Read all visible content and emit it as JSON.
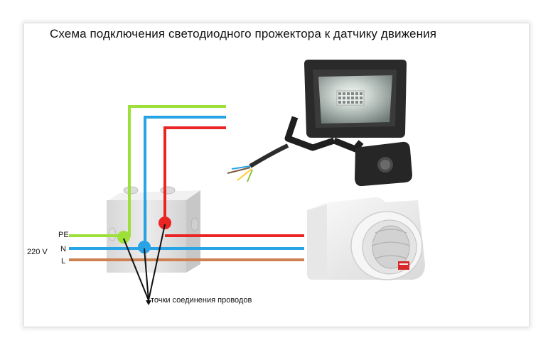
{
  "diagram": {
    "title": "Схема подключения светодиодного прожектора к датчику движения",
    "labels": {
      "pe": "PE",
      "n": "N",
      "l": "L",
      "voltage": "220 V",
      "connection_points": "точки соединения проводов"
    },
    "colors": {
      "pe_wire": "#9ee03a",
      "n_wire": "#27a3e6",
      "phase_wire": "#ea2323",
      "l_wire": "#cd8050",
      "junction_box": "#e9e9e9",
      "floodlight_body": "#2a2a2a",
      "sensor_body": "#f1f1f1"
    },
    "icons": {
      "floodlight": "led-floodlight-with-sensor-icon",
      "sensor": "motion-sensor-icon",
      "junction_box": "junction-box-icon"
    }
  }
}
